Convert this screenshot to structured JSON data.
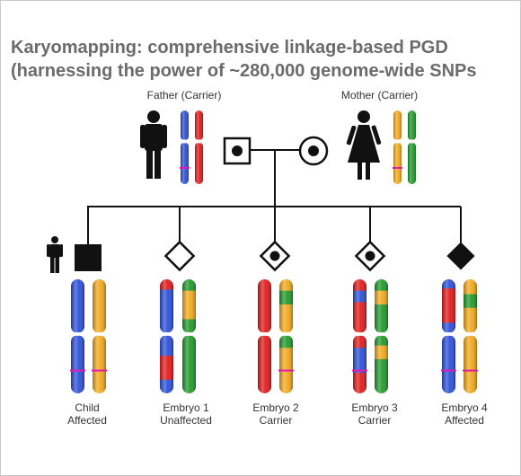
{
  "title": {
    "line1": "Karyomapping:  comprehensive linkage-based PGD",
    "line2": "(harnessing the power of ~280,000 genome-wide SNPs"
  },
  "parents": {
    "father": {
      "label": "Father (Carrier)"
    },
    "mother": {
      "label": "Mother (Carrier)"
    }
  },
  "offspring": [
    {
      "name": "Child",
      "status": "Affected"
    },
    {
      "name": "Embryo 1",
      "status": "Unaffected"
    },
    {
      "name": "Embryo 2",
      "status": "Carrier"
    },
    {
      "name": "Embryo 3",
      "status": "Carrier"
    },
    {
      "name": "Embryo 4",
      "status": "Affected"
    }
  ],
  "colors": {
    "paternal_a": "#2b4fd8",
    "paternal_b": "#e21a1a",
    "maternal_a": "#f2a81c",
    "maternal_b": "#1f9a2a",
    "mutation_marker": "#e01ab0",
    "pedigree_line": "#111111"
  }
}
